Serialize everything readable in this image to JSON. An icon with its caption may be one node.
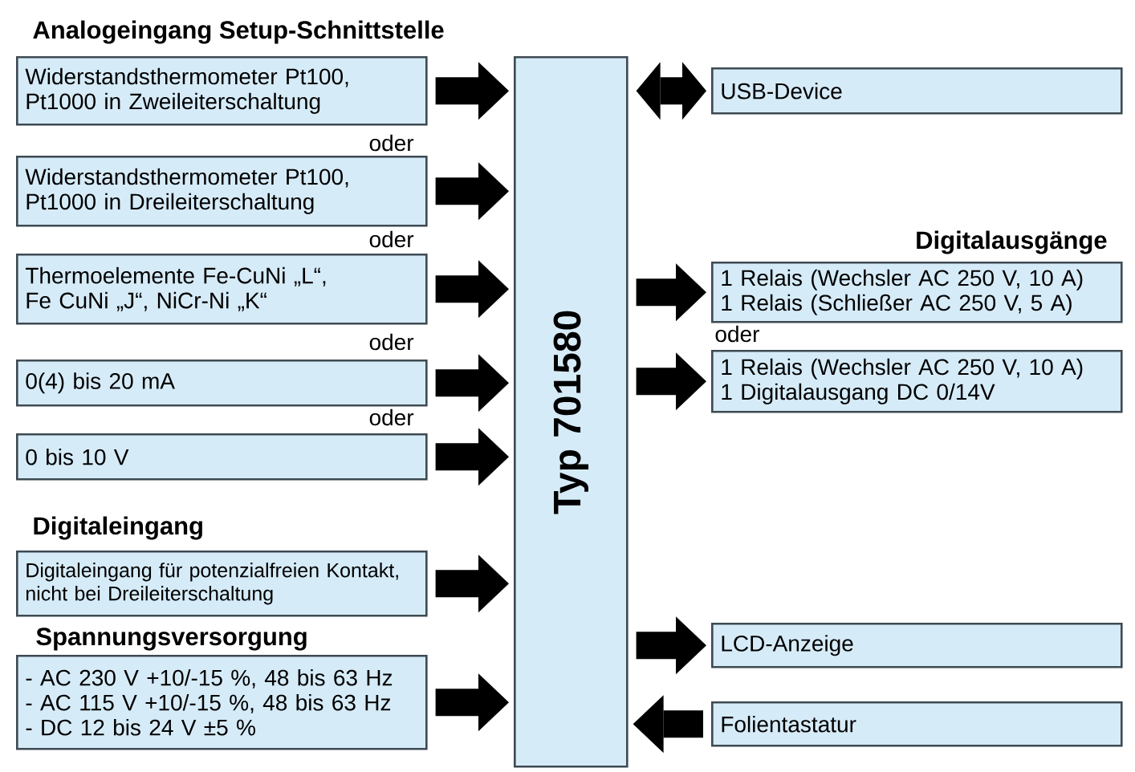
{
  "diagram": {
    "nodes": [
      {
        "text": [
          "Widerstandsthermometer Pt100, Pt1000 in Zweileiterschaltung"
        ]
      },
      {
        "text": [
          "Widerstandsthermometer Pt100, Pt1000 in Dreileiterschaltung"
        ]
      },
      {
        "text": [
          "Thermoelemente Fe-CuNi „L“, Fe CuNi „J“, NiCr-Ni „K“"
        ]
      },
      {
        "text": [
          "0(4) bis 20 mA"
        ]
      },
      {
        "text": [
          "0 bis 10 V"
        ]
      },
      {
        "text": [
          "Digitaleingang",
          "Digitaleingang für potenzialfreien Kontakt, nicht bei Dreileiterschaltung"
        ]
      },
      {
        "text": [
          "Spannungsversorgung",
          "- AC 230 V +10/-15 %, 48 bis 63 Hz",
          "- AC 115 V +10/-15 %, 48 bis 63 Hz",
          "- DC 12 bis 24 V ±5 %"
        ]
      },
      {
        "text": [
          "Typ 701580"
        ]
      },
      {
        "text": [
          "USB-Device"
        ]
      },
      {
        "text": [
          "1 Relais (Wechsler AC 250 V, 10 A)",
          "1 Relais (Schließer AC 250 V, 5 A)"
        ]
      },
      {
        "text": [
          "1 Relais (Wechsler AC 250 V, 10 A)",
          "1 Digitalausgang DC 0/14V"
        ]
      },
      {
        "text": [
          "LCD-Anzeige"
        ]
      },
      {
        "text": [
          "Folientastatur"
        ]
      }
    ],
    "edges": [
      {
        "from": 0,
        "to": 7,
        "arrow": "to"
      },
      {
        "from": 1,
        "to": 7,
        "arrow": "to"
      },
      {
        "from": 2,
        "to": 7,
        "arrow": "to"
      },
      {
        "from": 3,
        "to": 7,
        "arrow": "to"
      },
      {
        "from": 4,
        "to": 7,
        "arrow": "to"
      },
      {
        "from": 5,
        "to": 7,
        "arrow": "to"
      },
      {
        "from": 6,
        "to": 7,
        "arrow": "to"
      },
      {
        "from": 7,
        "to": 8,
        "arrow": "both"
      },
      {
        "from": 7,
        "to": 9,
        "arrow": "to"
      },
      {
        "from": 7,
        "to": 10,
        "arrow": "to"
      },
      {
        "from": 7,
        "to": 11,
        "arrow": "to"
      },
      {
        "from": 12,
        "to": 7,
        "arrow": "to"
      }
    ],
    "labels": [
      "Analogeingang Setup-Schnittstelle",
      "oder",
      "oder",
      "oder",
      "oder",
      "Digitalausgänge",
      "oder"
    ]
  }
}
